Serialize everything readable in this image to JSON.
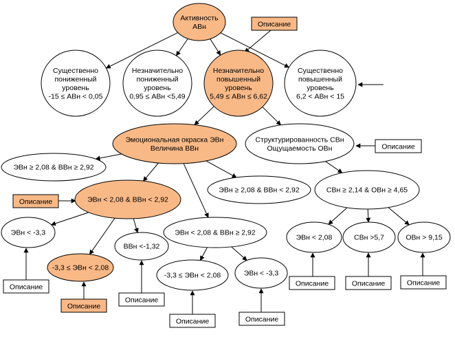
{
  "colors": {
    "highlight": "#F9B987",
    "normal": "#FFFFFF",
    "stroke": "#000000"
  },
  "nodes": {
    "root": {
      "lines": [
        "Активность",
        "АВн"
      ]
    },
    "d1": {
      "lines": [
        "Существенно",
        "пониженный",
        "уровень",
        "-15 ≤ АВн < 0,05"
      ]
    },
    "d2": {
      "lines": [
        "Незначительно",
        "пониженный",
        "уровень",
        "0,95 ≤ АВн <5,49"
      ]
    },
    "d3": {
      "lines": [
        "Незначительно",
        "повышенный",
        "уровень",
        "5,49 ≤ АВн ≤ 6,62"
      ]
    },
    "d4": {
      "lines": [
        "Существенно",
        "повышенный",
        "уровень",
        "6,2 < АВн < 15"
      ]
    },
    "emo": {
      "lines": [
        "Эмоциональная окраска ЭВн",
        "Величина ВВн"
      ]
    },
    "struct": {
      "lines": [
        "Структурированность СВн",
        "Ощущаемость ОВн"
      ]
    },
    "e1": {
      "lines": [
        "ЭВн ≥ 2,08 & ВВн ≥ 2,92"
      ]
    },
    "e2": {
      "lines": [
        "ЭВн < 2,08 & ВВн < 2,92"
      ]
    },
    "e3": {
      "lines": [
        "ЭВн ≥ 2,08 & ВВн < 2,92"
      ]
    },
    "e4": {
      "lines": [
        "ЭВн < 2,08 & ВВн ≥ 2,92"
      ]
    },
    "e2a": {
      "lines": [
        "ЭВн < -3,3"
      ]
    },
    "e2b": {
      "lines": [
        "-3,3 ≤ ЭВн < 2,08"
      ]
    },
    "e2c": {
      "lines": [
        "ВВн <-1,32"
      ]
    },
    "e4a": {
      "lines": [
        "-3,3 ≤ ЭВн < 2,08"
      ]
    },
    "e4b": {
      "lines": [
        "ЭВн < -3,3"
      ]
    },
    "s1": {
      "lines": [
        "СВн ≥ 2,14 & ОВн ≥ 4,65"
      ]
    },
    "s1a": {
      "lines": [
        "ЭВн < 2,08"
      ]
    },
    "s1b": {
      "lines": [
        "СВн >5,7"
      ]
    },
    "s1c": {
      "lines": [
        "ОВн > 9,15"
      ]
    }
  },
  "description_label": "Описание"
}
